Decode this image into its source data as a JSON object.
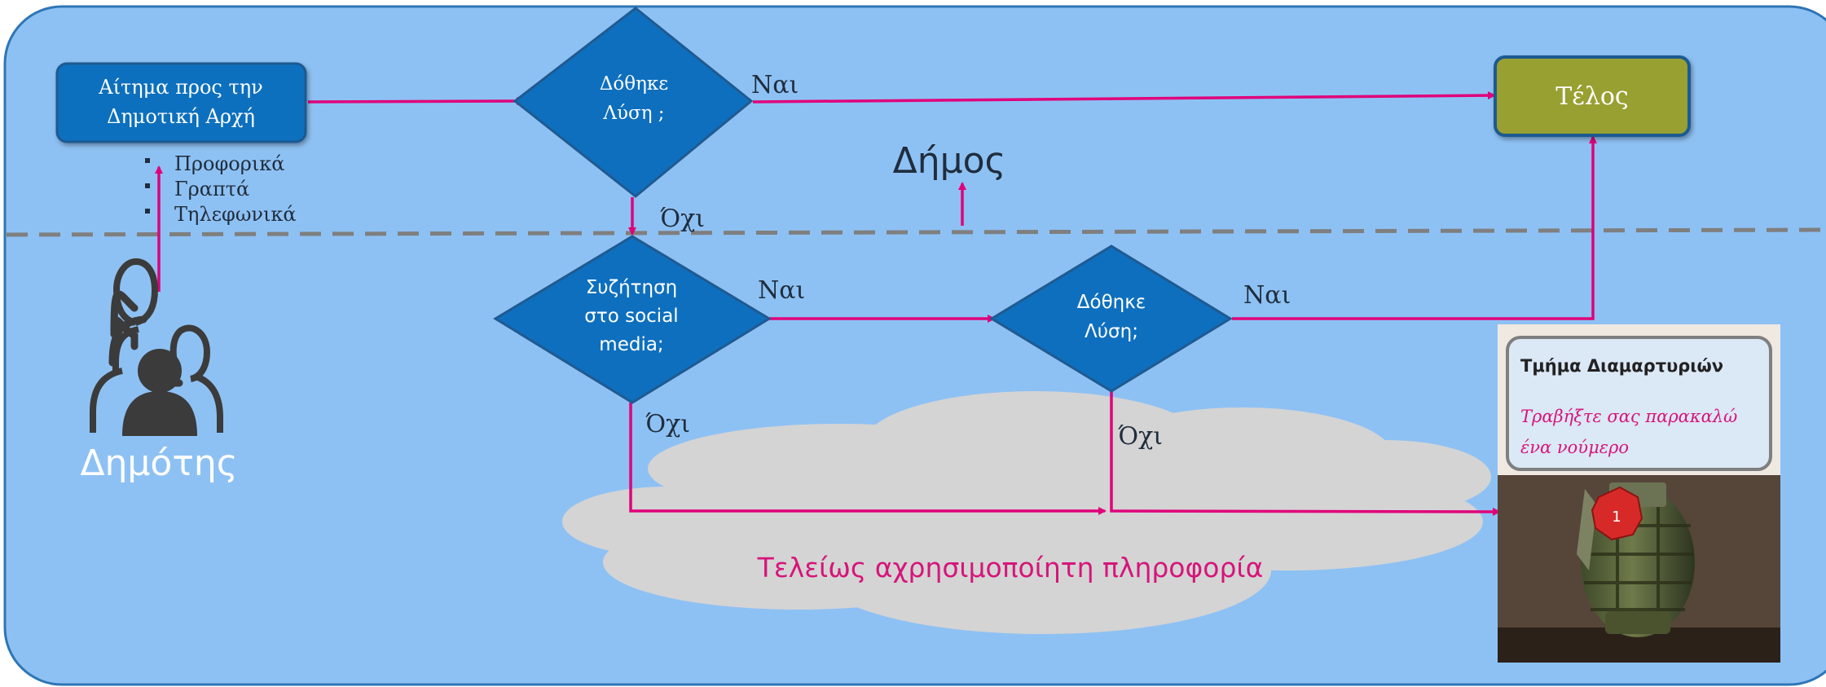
{
  "colors": {
    "background": "#8ec1f3",
    "frame_stroke": "#2e75b6",
    "node_fill": "#0e6fbe",
    "node_stroke": "#1f5a91",
    "end_fill": "#98a032",
    "arrow": "#e0007a",
    "dashed_line": "#7f7f7f",
    "cloud": "#d4d4d4",
    "label_dark": "#1f2d3d",
    "citizen_icon": "#3b3b3b",
    "info_text": "#d6157a",
    "sign_bg": "#dbe8f6",
    "sign_border": "#7f7f7f",
    "photo_bg": "#4a3b30"
  },
  "nodes": {
    "request": {
      "line1": "Αίτημα προς την",
      "line2": "Δημοτική Αρχή"
    },
    "solved1": {
      "line1": "Δόθηκε",
      "line2": "Λύση ;"
    },
    "social": {
      "line1": "Συζήτηση",
      "line2": "στο social",
      "line3": "media;"
    },
    "solved2": {
      "line1": "Δόθηκε",
      "line2": "Λύση;"
    },
    "end": {
      "label": "Τέλος"
    }
  },
  "request_channels": [
    "Προφορικά",
    "Γραπτά",
    "Τηλεφωνικά"
  ],
  "labels": {
    "yes_1": "Ναι",
    "no_1": "Όχι",
    "yes_2": "Ναι",
    "no_2": "Όχι",
    "yes_3": "Ναι",
    "no_3": "Όχι",
    "municipality": "Δήμος",
    "citizen": "Δημότης",
    "useless_info": "Τελείως αχρησιμοποίητη πληροφορία"
  },
  "complaints_sign": {
    "title": "Τμήμα Διαμαρτυριών",
    "line1": "Τραβήξτε σας παρακαλώ",
    "line2": "ένα νούμερο",
    "tag_number": "1"
  },
  "icons": {
    "citizen": "users-icon",
    "grenade": "grenade-icon"
  }
}
